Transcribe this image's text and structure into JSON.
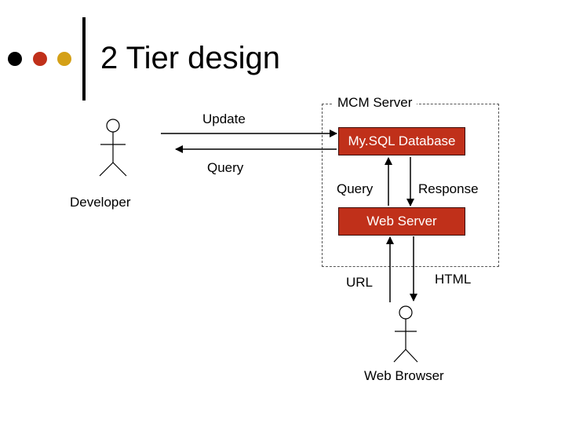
{
  "slide": {
    "title": "2 Tier design",
    "bullet_colors": [
      "#000000",
      "#c0301a",
      "#d4a017"
    ]
  },
  "diagram": {
    "server_group_label": "MCM Server",
    "nodes": {
      "database": "My.SQL Database",
      "web_server": "Web Server"
    },
    "actors": {
      "developer": "Developer",
      "web_browser": "Web Browser"
    },
    "edges": {
      "update": "Update",
      "query_dev": "Query",
      "query_db": "Query",
      "response": "Response",
      "url": "URL",
      "html": "HTML"
    },
    "box_color": "#c0301a"
  }
}
